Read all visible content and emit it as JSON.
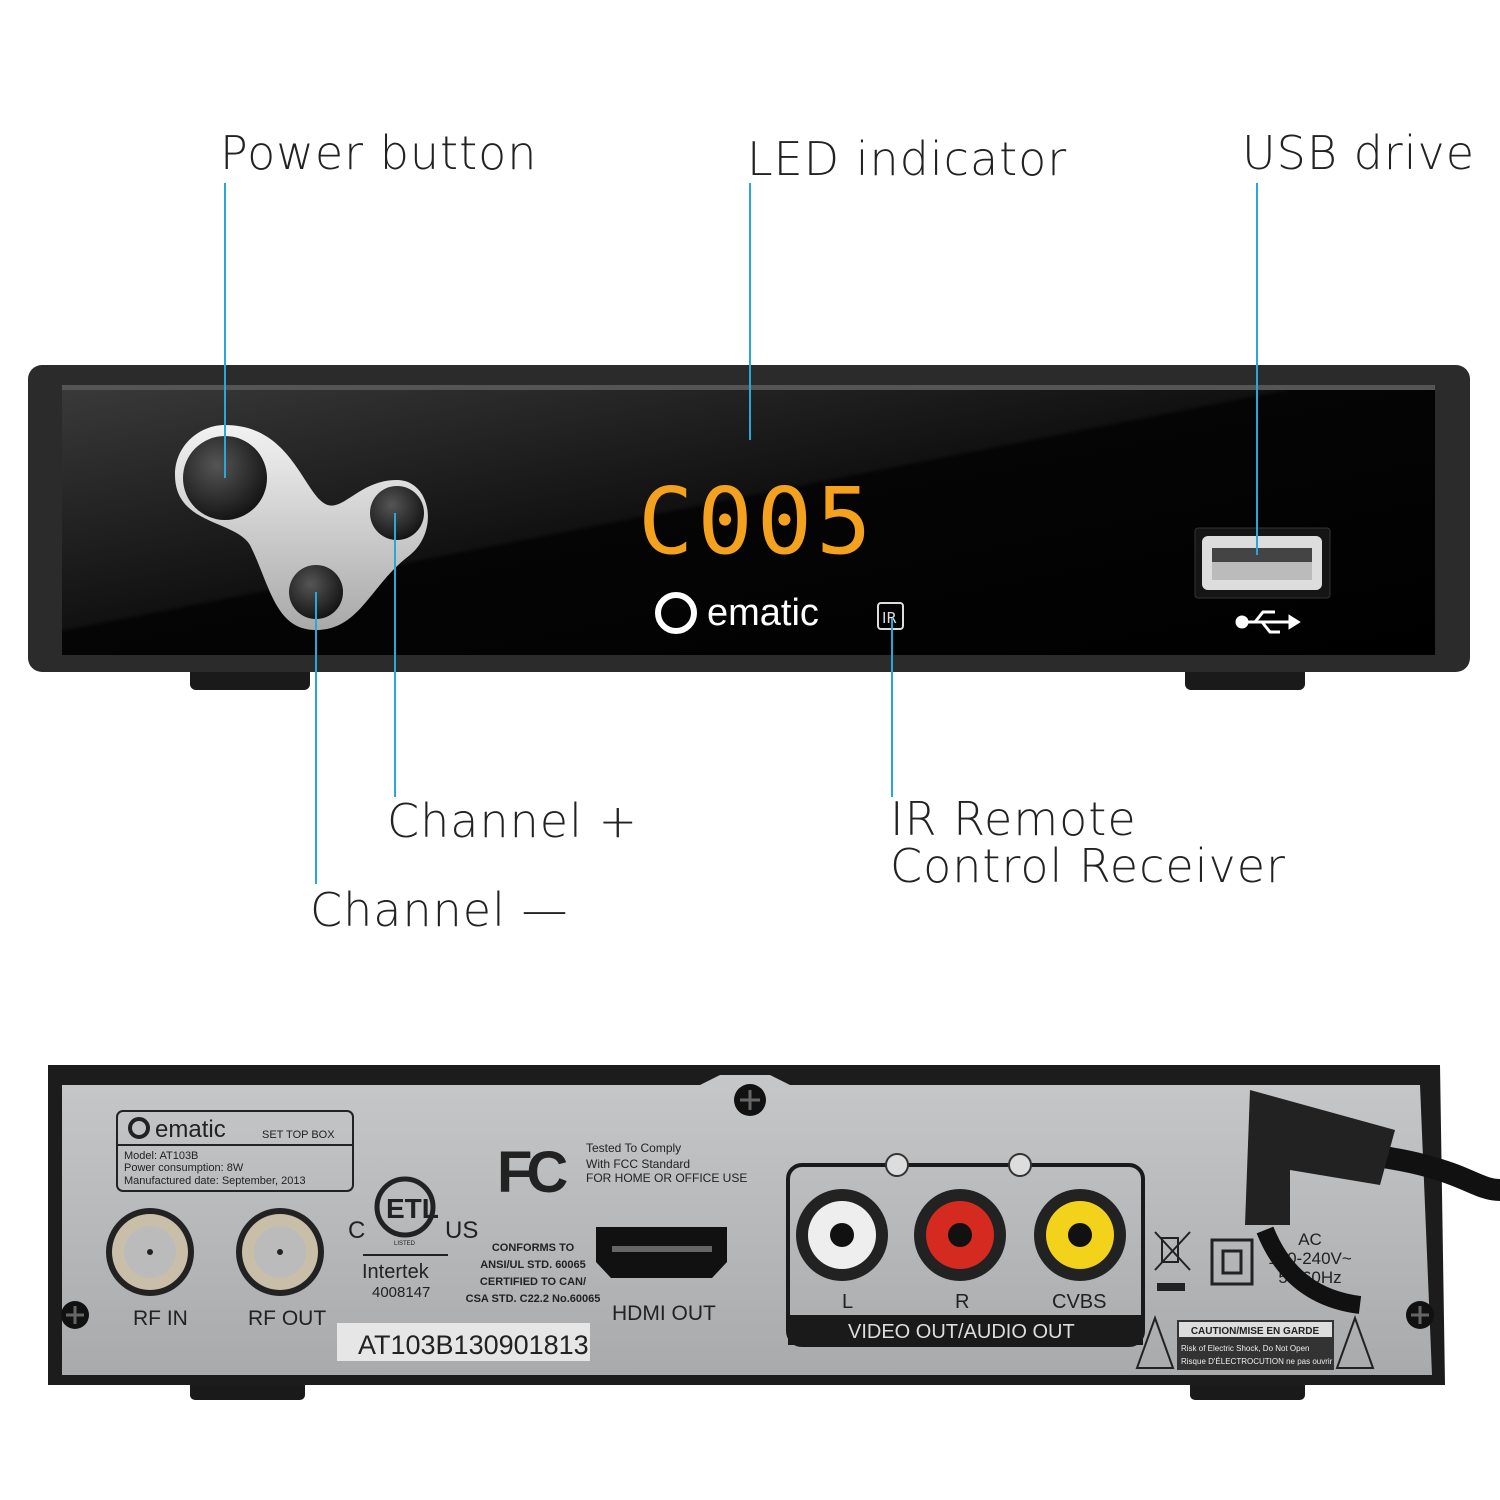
{
  "callouts": {
    "power": "Power button",
    "led": "LED indicator",
    "usb": "USB drive",
    "ch_plus": "Channel +",
    "ch_minus": "Channel —",
    "ir_line1": "IR Remote",
    "ir_line2": "Control Receiver"
  },
  "front": {
    "led_display": "C005",
    "brand": "ematic",
    "ir_badge": "IR"
  },
  "rear": {
    "label": {
      "brand": "ematic",
      "product": "SET TOP BOX",
      "model": "Model: AT103B",
      "power": "Power consumption: 8W",
      "date": "Manufactured date: September, 2013"
    },
    "etl": {
      "mark": "ETL",
      "c": "C",
      "us": "US",
      "listed": "LISTED",
      "intertek": "Intertek",
      "number": "4008147"
    },
    "fcc": {
      "mark": "FC",
      "line1": "Tested To Comply",
      "line2": "With FCC Standard",
      "line3": "FOR HOME OR OFFICE USE"
    },
    "conforms": [
      "CONFORMS TO",
      "ANSI/UL STD. 60065",
      "CERTIFIED TO CAN/",
      "CSA STD. C22.2 No.60065"
    ],
    "ports": {
      "rf_in": "RF IN",
      "rf_out": "RF OUT",
      "hdmi": "HDMI OUT",
      "l": "L",
      "r": "R",
      "cvbs": "CVBS",
      "av_group": "VIDEO OUT/AUDIO OUT"
    },
    "serial": "AT103B130901813",
    "power_spec": [
      "AC",
      "100-240V~",
      "50/60Hz"
    ],
    "caution": {
      "title": "CAUTION/MISE EN GARDE",
      "line1": "Risk of Electric Shock, Do Not Open",
      "line2": "Risque D'ÉLECTROCUTION ne pas ouvrir"
    }
  },
  "colors": {
    "callout_line": "#2aa6dc",
    "led": "#f4a21e",
    "panel": "#050505",
    "rear_panel": "#b9bbbd"
  }
}
